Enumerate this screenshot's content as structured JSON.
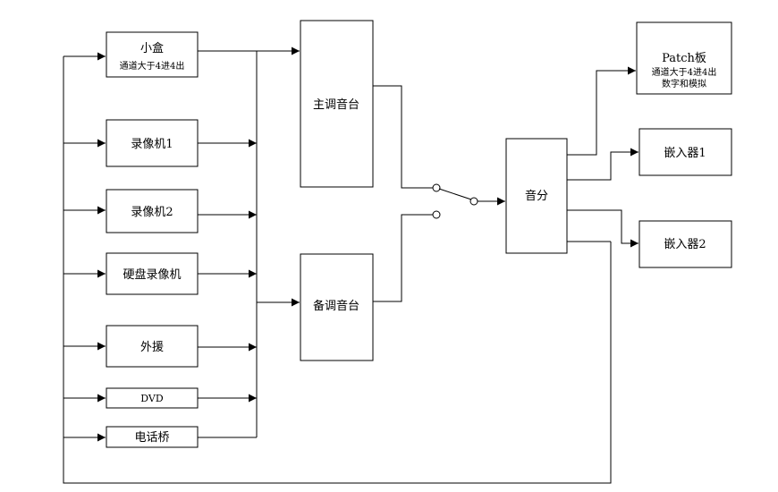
{
  "sources": {
    "xiaohe": {
      "label": "小盒",
      "sub": "通道大于4进4出"
    },
    "luxiangji1": {
      "label": "录像机1"
    },
    "luxiangji2": {
      "label": "录像机2"
    },
    "yingpan": {
      "label": "硬盘录像机"
    },
    "waiyuan": {
      "label": "外援"
    },
    "dvd": {
      "label": "DVD"
    },
    "dianhuaqiao": {
      "label": "电话桥"
    }
  },
  "consoles": {
    "main": {
      "label": "主调音台"
    },
    "backup": {
      "label": "备调音台"
    }
  },
  "splitter": {
    "label": "音分"
  },
  "outputs": {
    "patch": {
      "label": "Patch板",
      "sub1": "通道大于4进4出",
      "sub2": "数字和模拟"
    },
    "embedder1": {
      "label": "嵌入器1"
    },
    "embedder2": {
      "label": "嵌入器2"
    }
  }
}
